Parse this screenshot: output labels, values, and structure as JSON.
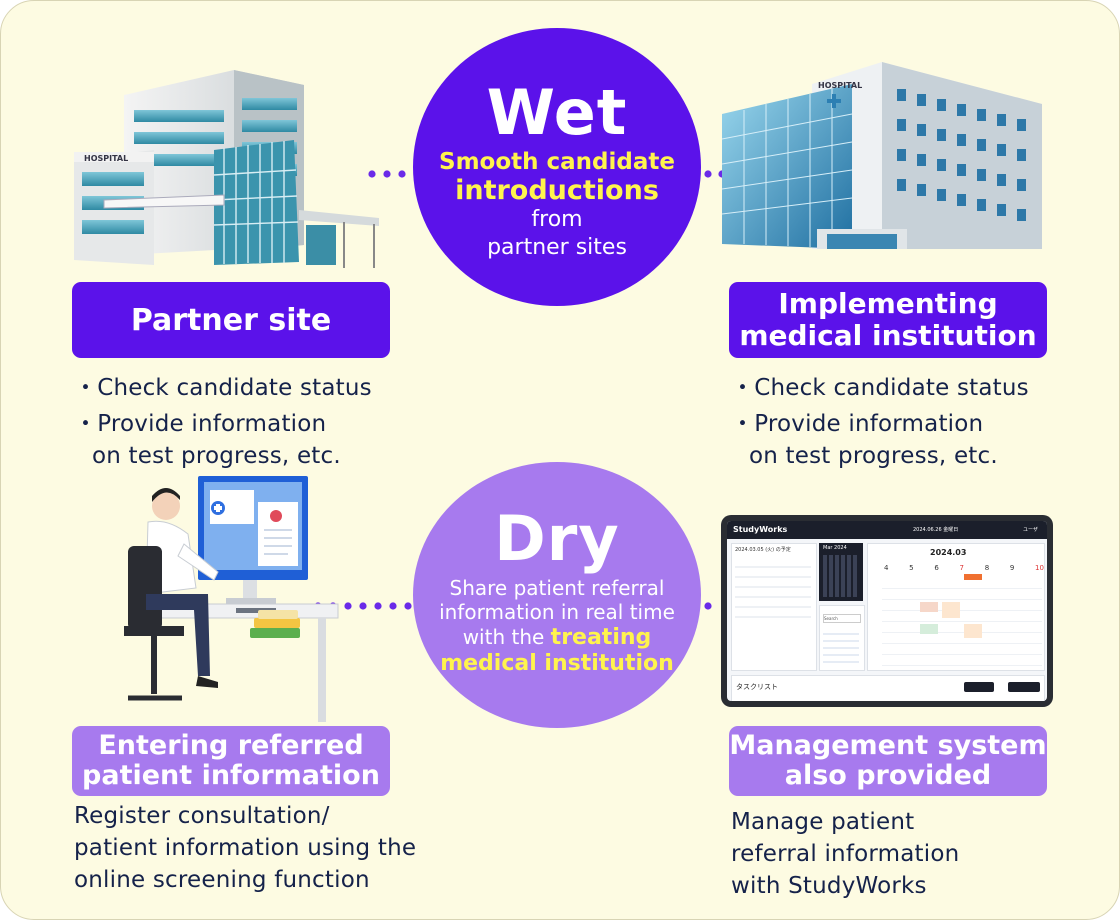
{
  "wet": {
    "title": "Wet",
    "line1": "Smooth candidate",
    "line2": "introductions",
    "line3": "from",
    "line4": "partner sites"
  },
  "dry": {
    "title": "Dry",
    "line1": "Share patient referral",
    "line2": "information in real time",
    "line3_prefix": "with the ",
    "line3_highlight": "treating",
    "line4": "medical institution"
  },
  "partner_site": {
    "label": "Partner site",
    "building_sign": "HOSPITAL",
    "bullets": [
      "Check candidate status",
      "Provide information",
      "on test progress, etc."
    ]
  },
  "implementing": {
    "label_line1": "Implementing",
    "label_line2": "medical institution",
    "building_sign": "HOSPITAL",
    "bullets": [
      "Check candidate status",
      "Provide information",
      "on test progress, etc."
    ]
  },
  "entering": {
    "label_line1": "Entering referred",
    "label_line2": "patient information",
    "desc": [
      "Register consultation/",
      "patient information using the",
      "online screening function"
    ]
  },
  "management": {
    "label_line1": "Management system",
    "label_line2": "also provided",
    "desc": [
      "Manage patient",
      "referral information",
      "with StudyWorks"
    ]
  },
  "tablet": {
    "app_name": "StudyWorks",
    "header_date": "2024.06.26 金曜日",
    "user": "ユーザ",
    "left_date": "2024.03.05 (火) の予定",
    "mini_month": "Mar 2024",
    "calendar_month": "2024.03",
    "day_numbers": [
      "4",
      "5",
      "6",
      "7",
      "8",
      "9",
      "10"
    ],
    "task_list": "タスクリスト",
    "search": "Search"
  },
  "colors": {
    "primary": "#5b12ea",
    "secondary": "#a77aee",
    "highlight": "#fff44d",
    "background": "#fdfbe2",
    "text": "#15224a"
  }
}
